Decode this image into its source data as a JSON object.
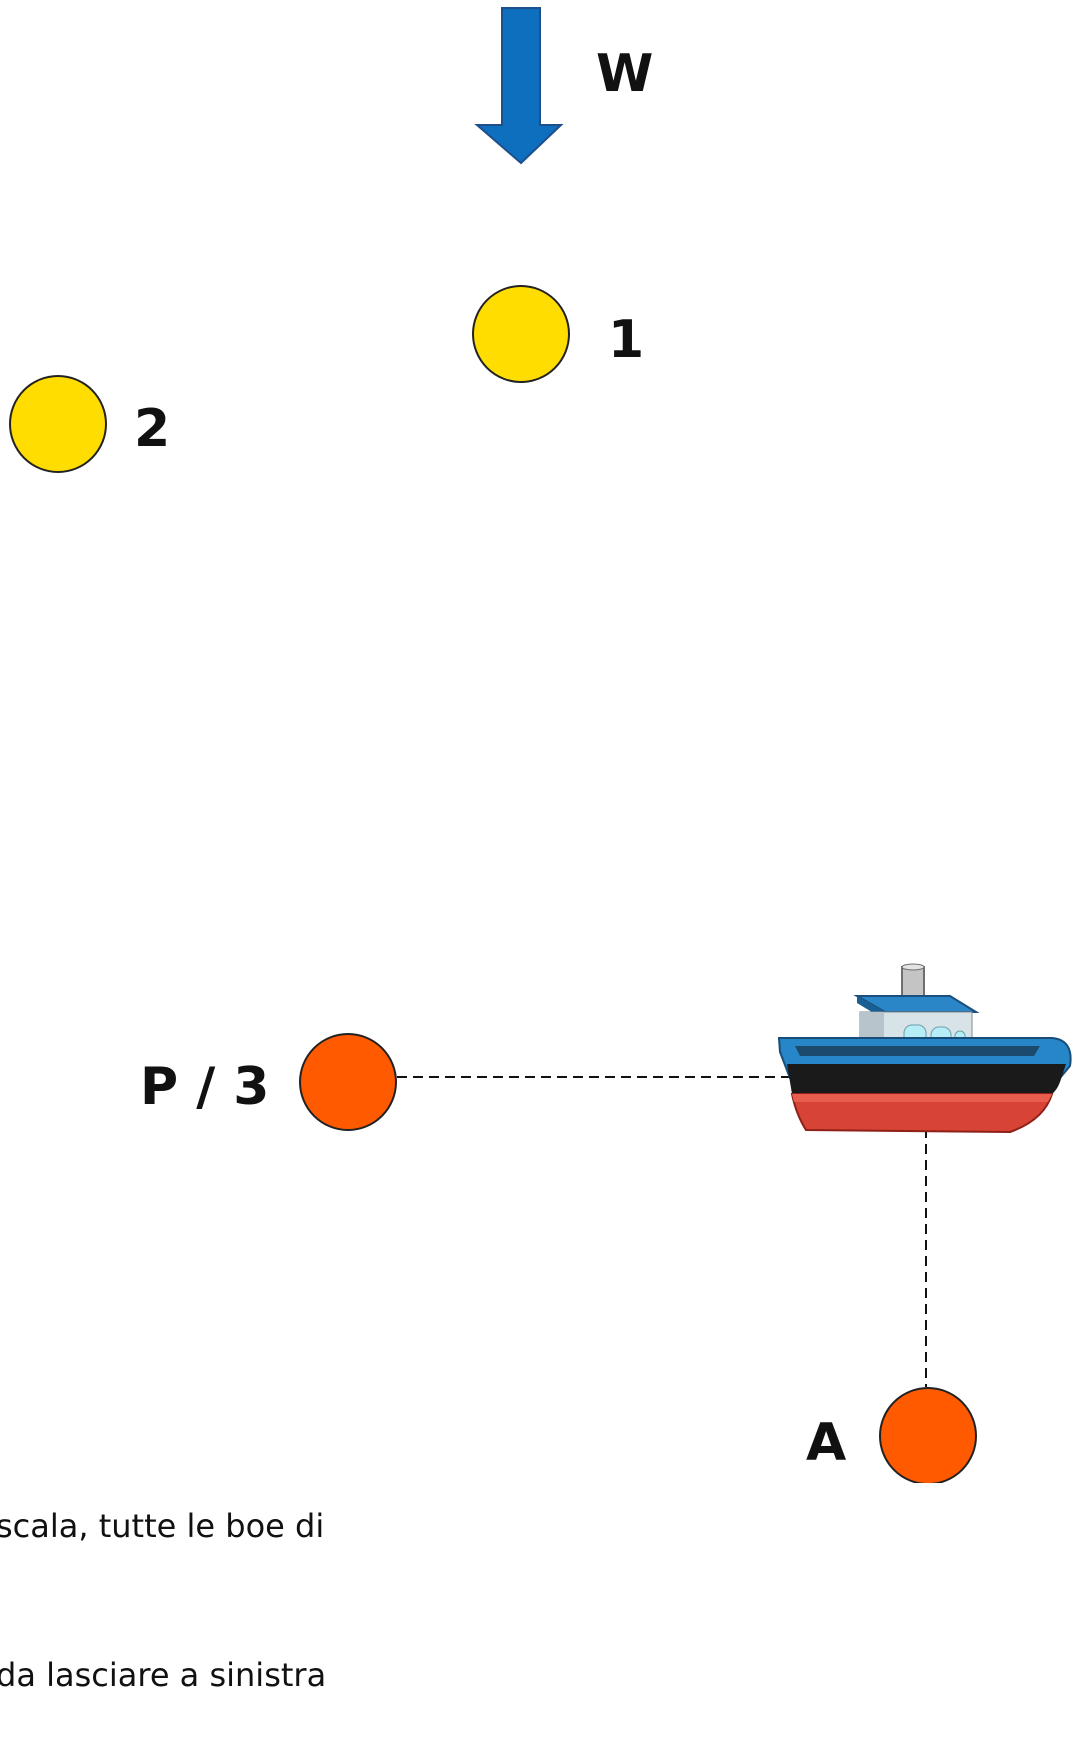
{
  "wind": {
    "label": "W",
    "color": "#0E6FBF",
    "icon": "down-arrow-icon"
  },
  "buoys": [
    {
      "id": "1",
      "label": "1",
      "color": "#FFDD00",
      "role": "mark"
    },
    {
      "id": "2",
      "label": "2",
      "color": "#FFDD00",
      "role": "mark"
    },
    {
      "id": "P3",
      "label": "P / 3",
      "color": "#FF5A00",
      "role": "pin-end"
    },
    {
      "id": "A",
      "label": "A",
      "color": "#FF5A00",
      "role": "mark"
    }
  ],
  "boat": {
    "icon": "committee-boat-icon"
  },
  "lines": {
    "style": "dashed",
    "color": "#111111"
  },
  "note": {
    "line1": "scala, tutte le boe di",
    "line2": "da lasciare a sinistra"
  }
}
